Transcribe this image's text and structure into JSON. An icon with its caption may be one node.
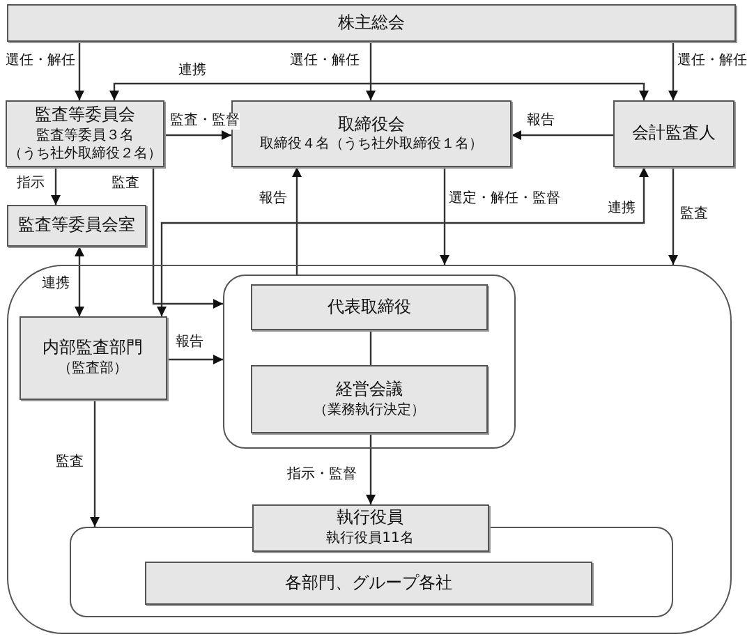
{
  "diagram": {
    "nodes": [
      {
        "text": [
          "株主総会"
        ]
      },
      {
        "text": [
          "監査等委員会",
          "監査等委員３名",
          "（うち社外取締役２名）"
        ]
      },
      {
        "text": [
          "取締役会",
          "取締役４名（うち社外取締役１名）"
        ]
      },
      {
        "text": [
          "会計監査人"
        ]
      },
      {
        "text": [
          "監査等委員会室"
        ]
      },
      {
        "text": [],
        "shape": "box"
      },
      {
        "text": [
          "内部監査部門",
          "（監査部）"
        ],
        "in": 5
      },
      {
        "text": [],
        "shape": "box",
        "in": 5
      },
      {
        "text": [
          "代表取締役"
        ],
        "in": 7
      },
      {
        "text": [
          "経営会議",
          "（業務執行決定）"
        ],
        "in": 7
      },
      {
        "text": [],
        "shape": "box",
        "in": 5
      },
      {
        "text": [
          "執行役員",
          "執行役員11名"
        ],
        "in": 5
      },
      {
        "text": [
          "各部門、グループ各社"
        ],
        "in": 10
      }
    ],
    "edges": [
      {
        "from": 0,
        "to": 1,
        "arrow": "to",
        "label": "選任・解任"
      },
      {
        "from": 0,
        "to": 2,
        "arrow": "to",
        "label": "選任・解任"
      },
      {
        "from": 0,
        "to": 3,
        "arrow": "to",
        "label": "選任・解任"
      },
      {
        "from": 1,
        "to": 3,
        "arrow": "both",
        "label": "連携"
      },
      {
        "from": 1,
        "to": 2,
        "arrow": "to",
        "label": "監査・監督"
      },
      {
        "from": 3,
        "to": 2,
        "arrow": "to",
        "label": "報告"
      },
      {
        "from": 1,
        "to": 4,
        "arrow": "to",
        "label": "指示"
      },
      {
        "from": 1,
        "to": 7,
        "arrow": "to",
        "label": "監査"
      },
      {
        "from": 7,
        "to": 2,
        "arrow": "to",
        "label": "報告"
      },
      {
        "from": 2,
        "to": 5,
        "arrow": "to",
        "label": "選定・解任・監督"
      },
      {
        "from": 3,
        "to": 5,
        "arrow": "to",
        "label": "監査"
      },
      {
        "from": 3,
        "to": 6,
        "arrow": "both",
        "label": "連携"
      },
      {
        "from": 4,
        "to": 6,
        "arrow": "both",
        "label": "連携"
      },
      {
        "from": 6,
        "to": 7,
        "arrow": "to",
        "label": "報告"
      },
      {
        "from": 6,
        "to": 10,
        "arrow": "to",
        "label": "監査"
      },
      {
        "from": 9,
        "to": 11,
        "arrow": "to",
        "label": "指示・監督"
      },
      {
        "from": 8,
        "to": 9,
        "arrow": "none"
      }
    ]
  }
}
